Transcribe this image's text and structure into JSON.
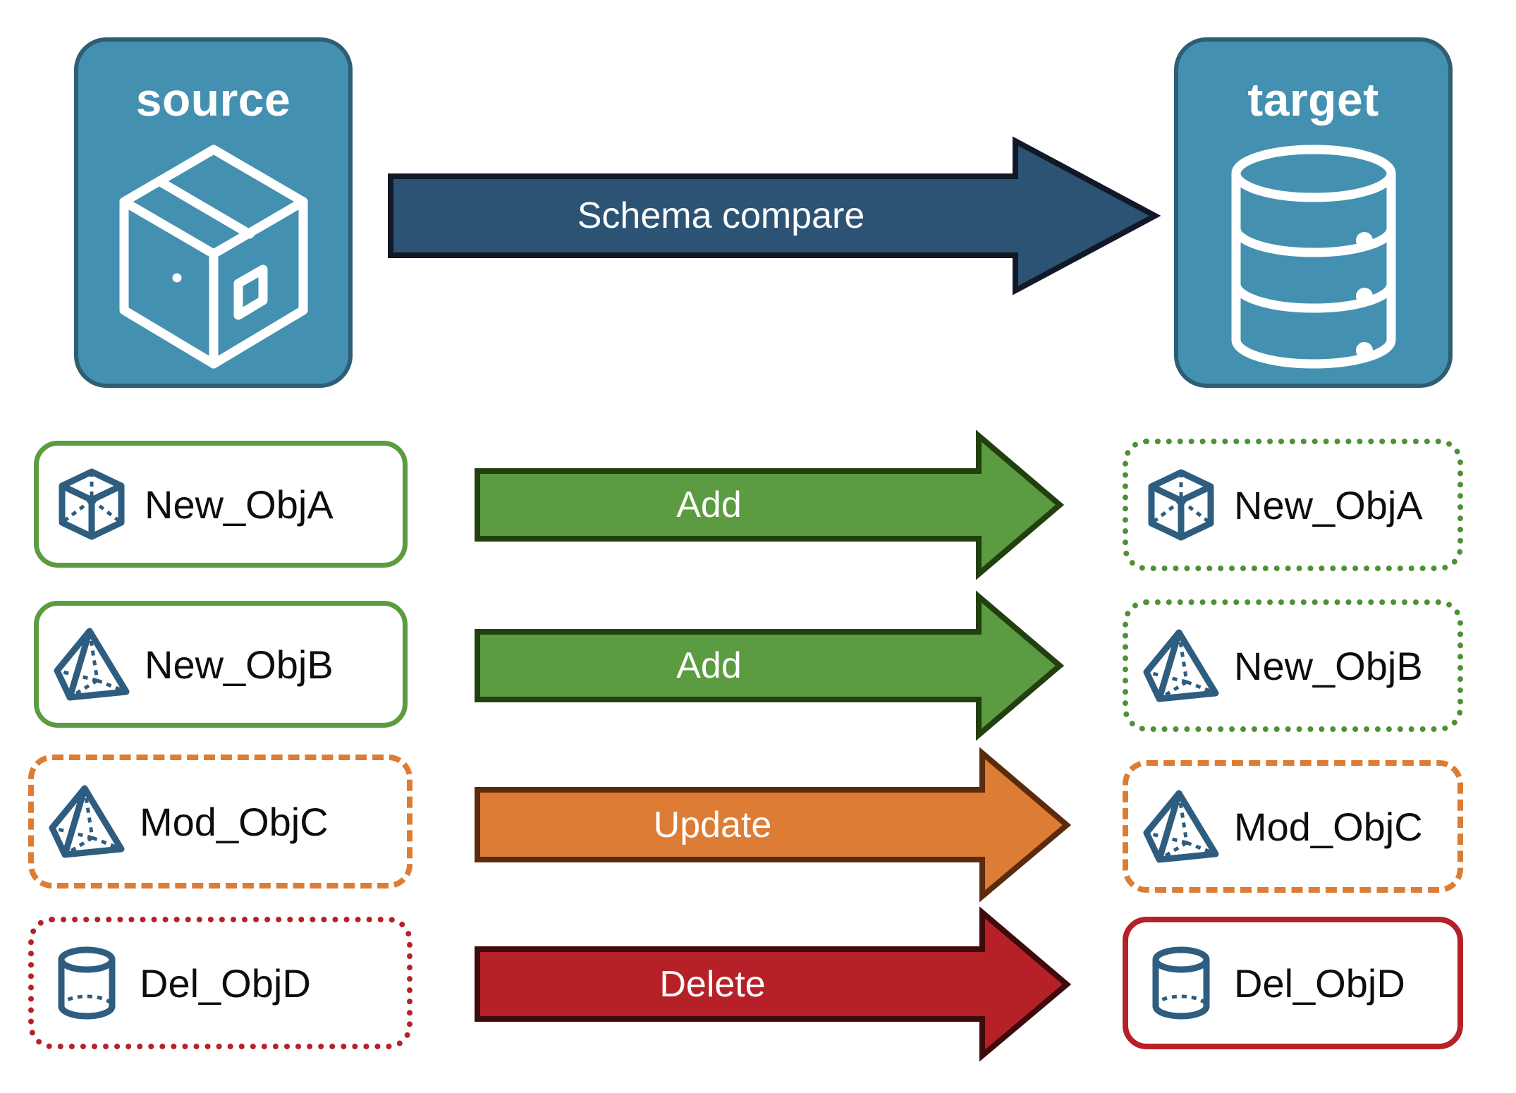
{
  "diagram": {
    "title_source": "source",
    "title_target": "target",
    "main_arrow_label": "Schema compare"
  },
  "colors": {
    "endpoint_fill": "#4490B0",
    "endpoint_border": "#2E5E74",
    "main_arrow_fill": "#2C5374",
    "main_arrow_border": "#111827",
    "add_fill": "#5B9B41",
    "add_border": "#22400F",
    "update_fill": "#DD7C35",
    "update_border": "#5A2B0C",
    "delete_fill": "#B62127",
    "delete_border": "#3F0A0C",
    "object_icon": "#2E5D80",
    "green": "#5B9B41",
    "orange": "#DD7C35",
    "red": "#B62127"
  },
  "endpoints": [
    {
      "label": "source",
      "icon": "package-box-icon"
    },
    {
      "label": "target",
      "icon": "database-cylinder-icon"
    }
  ],
  "rows": [
    {
      "action": "Add",
      "source_object": "New_ObjA",
      "target_object": "New_ObjA",
      "icon": "cube-wireframe-icon",
      "source_border": "green-solid",
      "target_border": "green-dotted",
      "arrow_color": "#5B9B41"
    },
    {
      "action": "Add",
      "source_object": "New_ObjB",
      "target_object": "New_ObjB",
      "icon": "pyramid-wireframe-icon",
      "source_border": "green-solid",
      "target_border": "green-dotted",
      "arrow_color": "#5B9B41"
    },
    {
      "action": "Update",
      "source_object": "Mod_ObjC",
      "target_object": "Mod_ObjC",
      "icon": "pyramid-wireframe-icon",
      "source_border": "orange-dashed",
      "target_border": "orange-dashed",
      "arrow_color": "#DD7C35"
    },
    {
      "action": "Delete",
      "source_object": "Del_ObjD",
      "target_object": "Del_ObjD",
      "icon": "cylinder-wireframe-icon",
      "source_border": "red-dotted",
      "target_border": "red-solid",
      "arrow_color": "#B62127"
    }
  ]
}
